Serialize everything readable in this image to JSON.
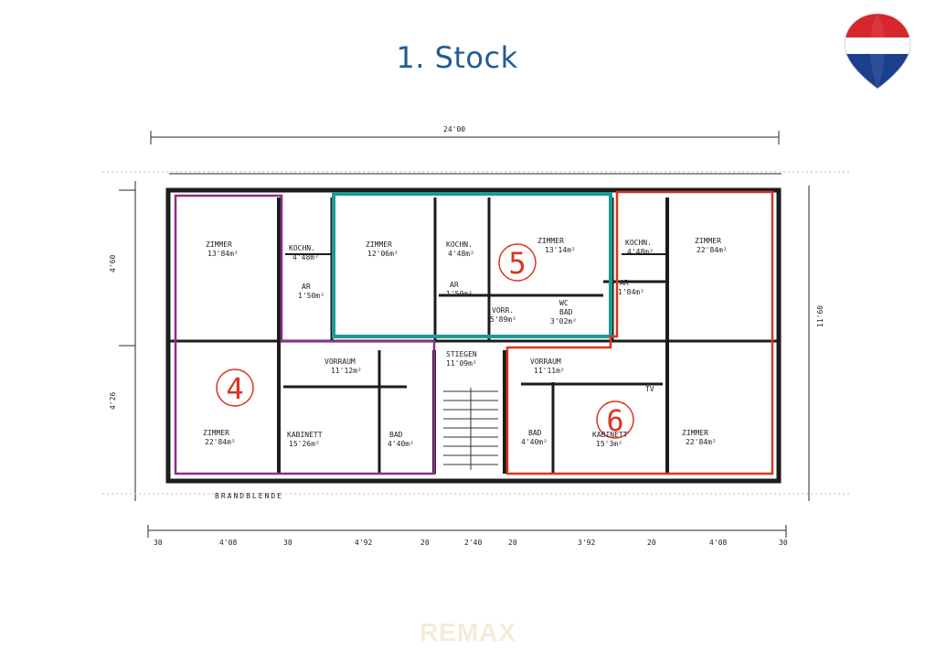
{
  "page": {
    "title": "1.  Stock",
    "watermark": "REMAX"
  },
  "logo": {
    "icon": "remax-balloon-icon",
    "colors": {
      "top": "#d7262c",
      "middle": "#ffffff",
      "bottom": "#1a3f8f"
    }
  },
  "units": [
    {
      "number": "4",
      "color": "#8b2f86"
    },
    {
      "number": "5",
      "color": "#1f9a92"
    },
    {
      "number": "6",
      "color": "#d9351f"
    }
  ],
  "dimensions": {
    "overall_width": "24'00",
    "bottom": [
      "30",
      "4'08",
      "30",
      "4'92",
      "20",
      "2'40",
      "20",
      "3'92",
      "20",
      "4'08",
      "30"
    ],
    "left_side": [
      "4'60",
      "4'26"
    ],
    "right_side": "11'60"
  },
  "rooms": [
    {
      "name": "ZIMMER",
      "area": "13'84m²"
    },
    {
      "name": "KOCHN.",
      "area": "4'48m²"
    },
    {
      "name": "AR",
      "area": "1'50m²"
    },
    {
      "name": "ZIMMER",
      "area": "12'06m²"
    },
    {
      "name": "KOCHN.",
      "area": "4'48m²"
    },
    {
      "name": "AR",
      "area": "1'50m²"
    },
    {
      "name": "ZIMMER",
      "area": "13'14m²"
    },
    {
      "name": "WC",
      "area": ""
    },
    {
      "name": "BAD",
      "area": "3'02m²"
    },
    {
      "name": "VORR.",
      "area": "5'89m²"
    },
    {
      "name": "KOCHN.",
      "area": "4'48m²"
    },
    {
      "name": "AR",
      "area": "1'84m²"
    },
    {
      "name": "ZIMMER",
      "area": "22'84m²"
    },
    {
      "name": "VORRAUM",
      "area": "11'12m²"
    },
    {
      "name": "STIEGEN",
      "area": "11'09m²"
    },
    {
      "name": "VORRAUM",
      "area": "11'11m²"
    },
    {
      "name": "ZIMMER",
      "area": "22'84m²"
    },
    {
      "name": "KABINETT",
      "area": "15'26m²"
    },
    {
      "name": "BAD",
      "area": "4'40m²"
    },
    {
      "name": "BAD",
      "area": "4'40m²"
    },
    {
      "name": "KABINETT",
      "area": "15'3m²"
    },
    {
      "name": "ZIMMER",
      "area": "22'84m²"
    }
  ],
  "labels": {
    "brandblende": "BRANDBLENDE",
    "tv": "TV"
  }
}
